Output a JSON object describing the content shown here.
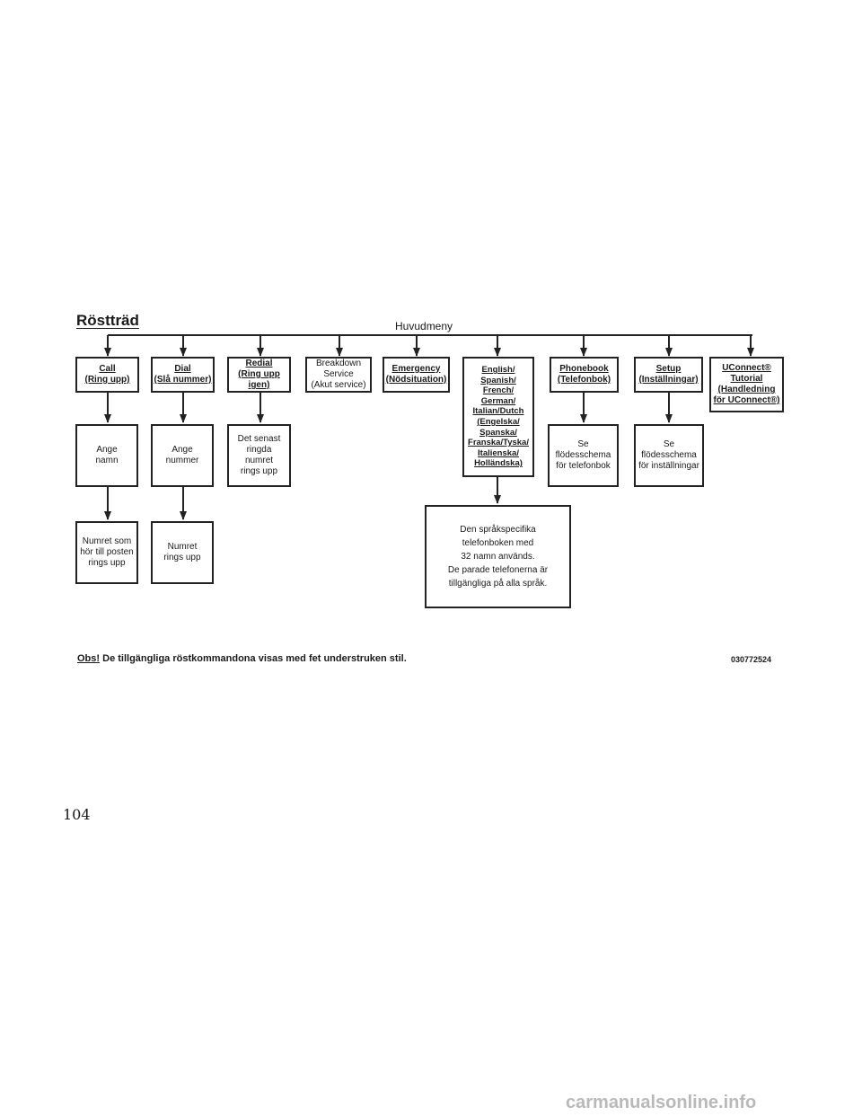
{
  "title": "Röstträd",
  "main_menu_label": "Huvudmeny",
  "commands": [
    {
      "id": "call",
      "label": "Call\n(Ring upp)"
    },
    {
      "id": "dial",
      "label": "Dial\n(Slå nummer)"
    },
    {
      "id": "redial",
      "label": "Redial\n(Ring upp\nigen)"
    },
    {
      "id": "breakdown",
      "label": "Breakdown\nService\n(Akut service)"
    },
    {
      "id": "emergency",
      "label": "Emergency\n(Nödsituation)"
    },
    {
      "id": "language",
      "label": "English/\nSpanish/\nFrench/\nGerman/\nItalian/Dutch\n(Engelska/\nSpanska/\nFranska/Tyska/\nItalienska/\nHolländska)"
    },
    {
      "id": "phonebook",
      "label": "Phonebook\n(Telefonbok)"
    },
    {
      "id": "setup",
      "label": "Setup\n(Inställningar)"
    },
    {
      "id": "tutorial",
      "label": "UConnect®\nTutorial\n(Handledning\nför UConnect®)"
    }
  ],
  "sub_nodes": {
    "call_1": "Ange\nnamn",
    "call_2": "Numret som\nhör till posten\nrings upp",
    "dial_1": "Ange\nnummer",
    "dial_2": "Numret\nrings upp",
    "redial_1": "Det senast\nringda\nnumret\nrings upp",
    "phonebook_1": "Se\nflödesschema\nför telefonbok",
    "setup_1": "Se\nflödesschema\nför inställningar",
    "language_1": "Den språkspecifika\ntelefonboken med\n32 namn används.\nDe parade telefonerna är\ntillgängliga på alla språk."
  },
  "note": {
    "prefix": "Obs!",
    "text": " De tillgängliga röstkommandona visas med fet understruken stil."
  },
  "reference_code": "030772524",
  "page_number": "104",
  "watermark": "carmanualsonline.info"
}
